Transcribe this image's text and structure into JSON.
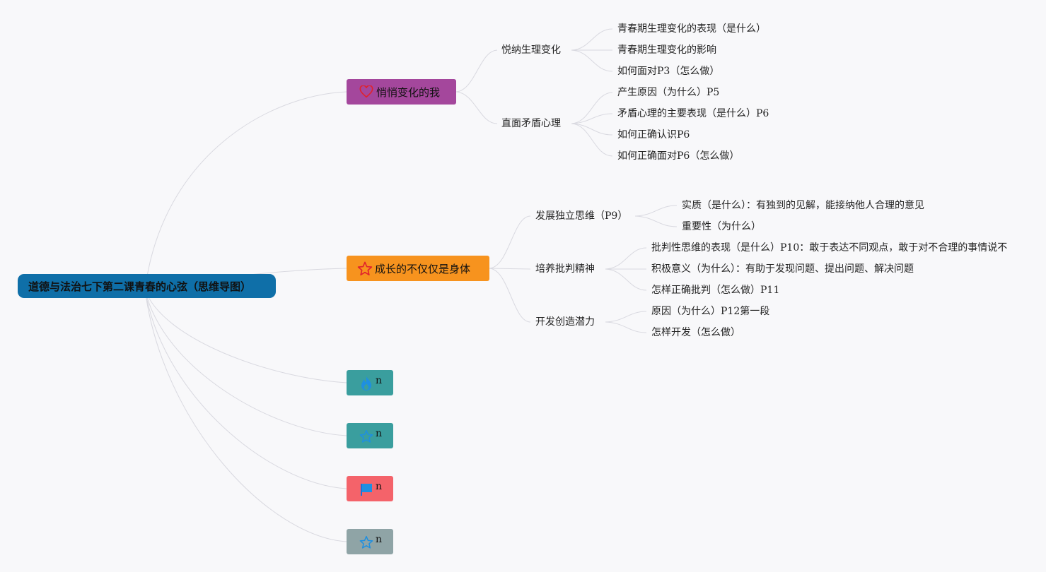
{
  "root": {
    "label": "道德与法治七下第二课青春的心弦（思维导图）"
  },
  "branches": [
    {
      "label": "悄悄变化的我",
      "icon": "heart-icon",
      "color": "#a4479c",
      "children": [
        {
          "label": "悦纳生理变化",
          "children": [
            "青春期生理变化的表现（是什么）",
            "青春期生理变化的影响",
            "如何面对P3（怎么做）"
          ]
        },
        {
          "label": "直面矛盾心理",
          "children": [
            "产生原因（为什么）P5",
            "矛盾心理的主要表现（是什么）P6",
            "如何正确认识P6",
            "如何正确面对P6（怎么做）"
          ]
        }
      ]
    },
    {
      "label": "成长的不仅仅是身体",
      "icon": "star-icon",
      "color": "#f7931e",
      "children": [
        {
          "label": "发展独立思维（P9）",
          "children": [
            "实质（是什么）：有独到的见解，能接纳他人合理的意见",
            "重要性（为什么）"
          ]
        },
        {
          "label": "培养批判精神",
          "children": [
            "批判性思维的表现（是什么）P10：敢于表达不同观点，敢于对不合理的事情说不",
            "积极意义（为什么）：有助于发现问题、提出问题、解决问题",
            "怎样正确批判（怎么做）P11"
          ]
        },
        {
          "label": "开发创造潜力",
          "children": [
            "原因（为什么）P12第一段",
            "怎样开发（怎么做）"
          ]
        }
      ]
    },
    {
      "label": "n",
      "icon": "flame-icon",
      "color": "#3a9e9e"
    },
    {
      "label": "n",
      "icon": "star-outline-icon",
      "color": "#3a9e9e"
    },
    {
      "label": "n",
      "icon": "flag-icon",
      "color": "#f4636a"
    },
    {
      "label": "n",
      "icon": "star-outline-icon",
      "color": "#8fa4a6"
    }
  ]
}
